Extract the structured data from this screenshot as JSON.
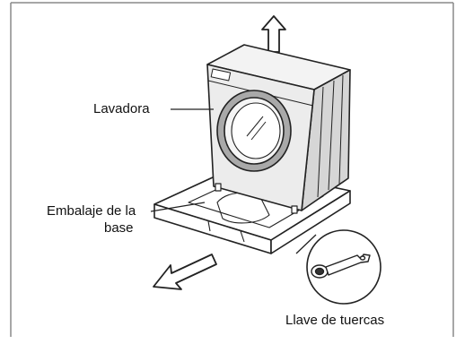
{
  "labels": {
    "washer": "Lavadora",
    "base_line1": "Embalaje de la",
    "base_line2": "base",
    "wrench": "Llave de tuercas"
  },
  "colors": {
    "frame": "#8a8a8a",
    "line": "#222222",
    "washer_body": "#ececec",
    "washer_side": "#d6d6d6",
    "drum_ring": "#a9a9a9",
    "base_fill": "#ffffff"
  },
  "icons": {
    "lift_arrow": "up-arrow-icon",
    "slide_arrow": "down-left-arrow-icon",
    "wrench": "wrench-icon"
  }
}
